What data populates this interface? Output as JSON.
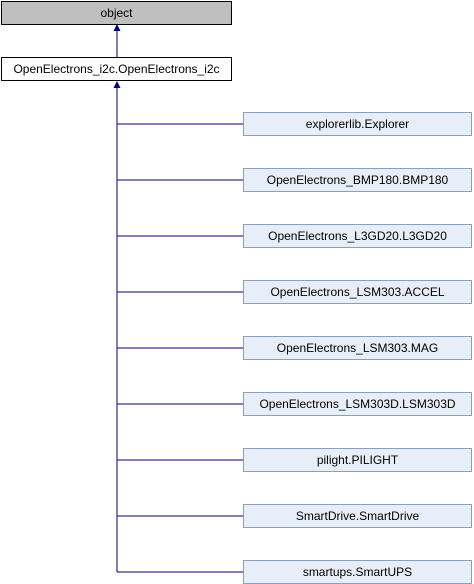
{
  "diagram": {
    "base_class": "object",
    "current_class": "OpenElectrons_i2c.OpenElectrons_i2c",
    "derived_classes": [
      "explorerlib.Explorer",
      "OpenElectrons_BMP180.BMP180",
      "OpenElectrons_L3GD20.L3GD20",
      "OpenElectrons_LSM303.ACCEL",
      "OpenElectrons_LSM303.MAG",
      "OpenElectrons_LSM303D.LSM303D",
      "pilight.PILIGHT",
      "SmartDrive.SmartDrive",
      "smartups.SmartUPS"
    ],
    "colors": {
      "edge": "#000080",
      "base_fill": "#bfbfbf",
      "derived_fill": "#e8eef7",
      "derived_border": "#8a9fc0"
    }
  }
}
